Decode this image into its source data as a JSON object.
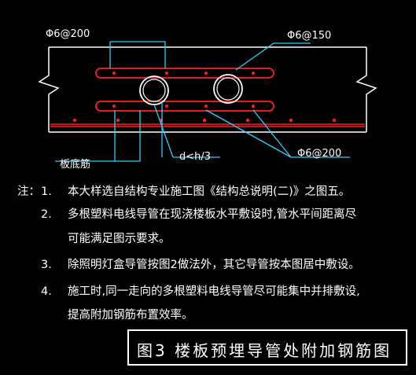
{
  "labels": {
    "top_left": "Φ6@200",
    "top_right": "Φ6@150",
    "bottom_right": "Φ6@200",
    "depth": "d<h/3",
    "slab_bottom": "板底筋"
  },
  "notes": {
    "prefix": "注：",
    "items": [
      {
        "num": "1.",
        "lines": [
          "本大样选自结构专业施工图《结构总说明(二)》之图五。"
        ]
      },
      {
        "num": "2.",
        "lines": [
          "多根塑料电线导管在现浇楼板水平敷设时,管水平间距离尽",
          "可能满足图示要求。"
        ]
      },
      {
        "num": "3.",
        "lines": [
          "除照明灯盒导管按图2做法外，其它导管按本图居中敷设。"
        ]
      },
      {
        "num": "4.",
        "lines": [
          "施工时,同一走向的多根塑料电线导管尽可能集中并排敷设,",
          "提高附加钢筋布置效率。"
        ]
      }
    ]
  },
  "figure_title": "图3  楼板预埋导管处附加钢筋图",
  "colors": {
    "background": "#000000",
    "slab_outline": "#ffffff",
    "rebar": "#ff2020",
    "leader": "#33ccff",
    "text": "#ffffff"
  }
}
